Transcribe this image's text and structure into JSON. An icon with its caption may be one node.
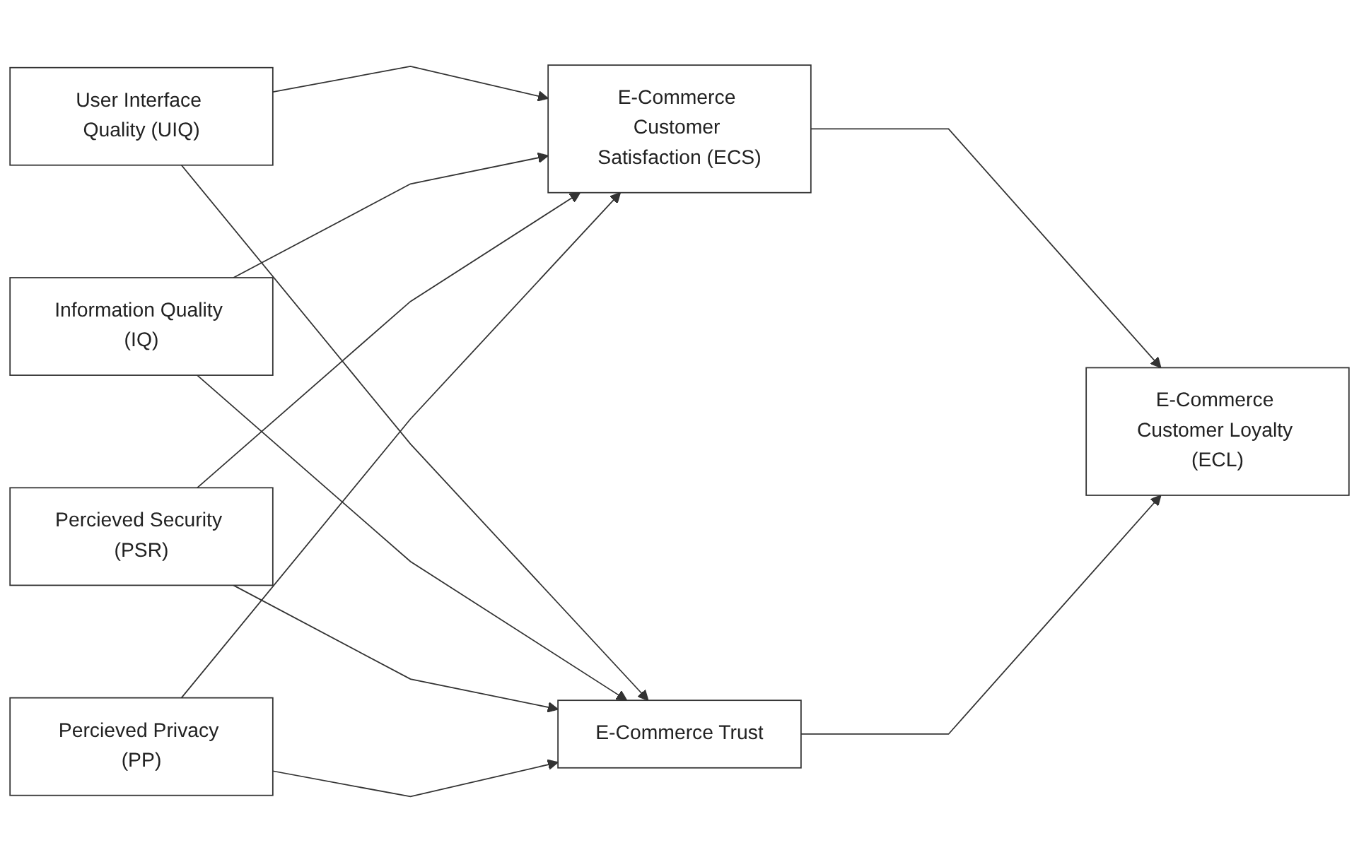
{
  "diagram": {
    "nodes": [
      {
        "text": [
          "User Interface Quality (UIQ)"
        ]
      },
      {
        "text": [
          "Information Quality (IQ)"
        ]
      },
      {
        "text": [
          "Percieved Security (PSR)"
        ]
      },
      {
        "text": [
          "Percieved Privacy (PP)"
        ]
      },
      {
        "text": [
          "E-Commerce Customer Satisfaction (ECS)"
        ]
      },
      {
        "text": [
          "E-Commerce Trust"
        ]
      },
      {
        "text": [
          "E-Commerce Customer Loyalty (ECL)"
        ]
      }
    ],
    "edges": [
      {
        "from": 0,
        "to": 4,
        "arrow": "to"
      },
      {
        "from": 0,
        "to": 5,
        "arrow": "to"
      },
      {
        "from": 1,
        "to": 4,
        "arrow": "to"
      },
      {
        "from": 1,
        "to": 5,
        "arrow": "to"
      },
      {
        "from": 2,
        "to": 4,
        "arrow": "to"
      },
      {
        "from": 2,
        "to": 5,
        "arrow": "to"
      },
      {
        "from": 3,
        "to": 4,
        "arrow": "to"
      },
      {
        "from": 3,
        "to": 5,
        "arrow": "to"
      },
      {
        "from": 4,
        "to": 6,
        "arrow": "to"
      },
      {
        "from": 5,
        "to": 6,
        "arrow": "to"
      }
    ]
  }
}
